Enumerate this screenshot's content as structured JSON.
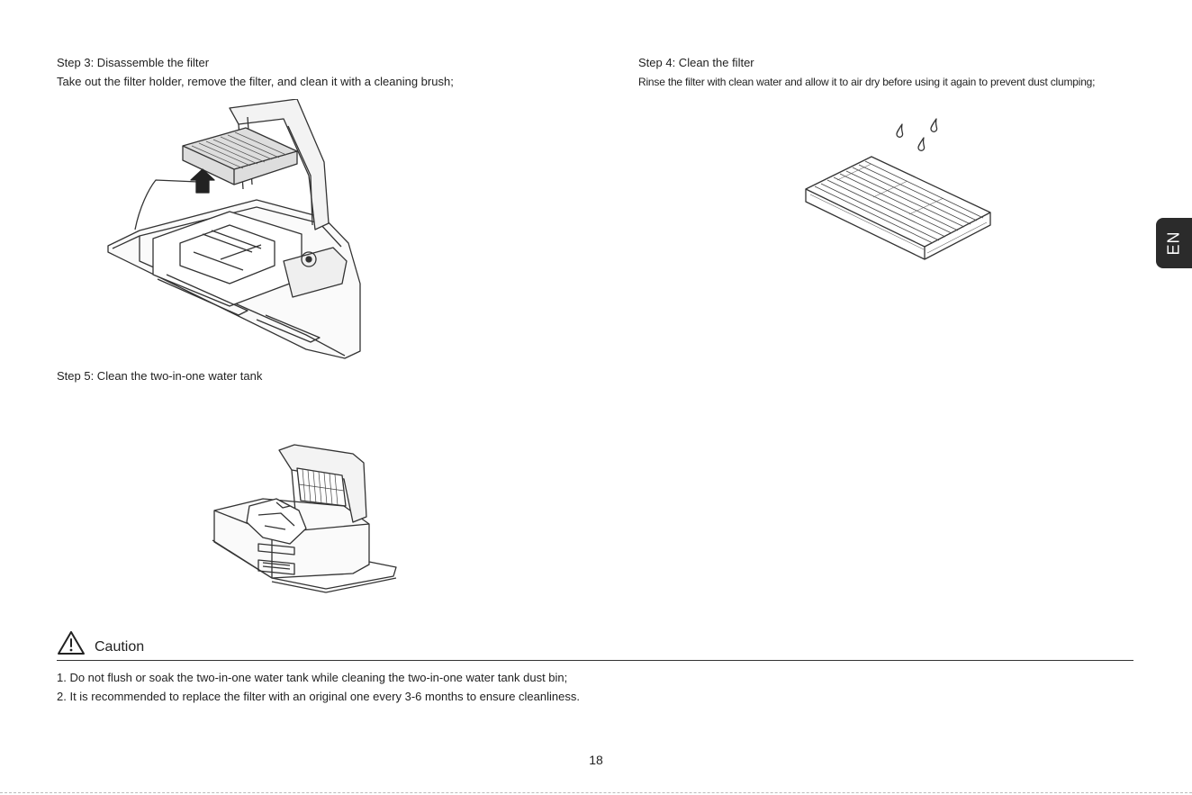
{
  "step3": {
    "title": "Step 3: Disassemble the filter",
    "body": "Take out the filter holder, remove the filter, and clean it with a cleaning brush;"
  },
  "step4": {
    "title": "Step 4: Clean the filter",
    "body": "Rinse the filter with clean water and allow it to air dry before using it again to prevent dust clumping;"
  },
  "step5": {
    "title": "Step 5: Clean the two-in-one water tank"
  },
  "caution": {
    "label": "Caution",
    "items": [
      "1. Do not flush or soak the two-in-one water tank while cleaning the two-in-one water tank dust bin;",
      "2. It is recommended to replace the filter with an original one every 3-6 months to ensure cleanliness."
    ]
  },
  "language_tab": "EN",
  "page_number": "18",
  "icons": {
    "caution": "warning-triangle-icon",
    "arrow": "up-arrow-icon",
    "drops": "water-drop-icon"
  }
}
